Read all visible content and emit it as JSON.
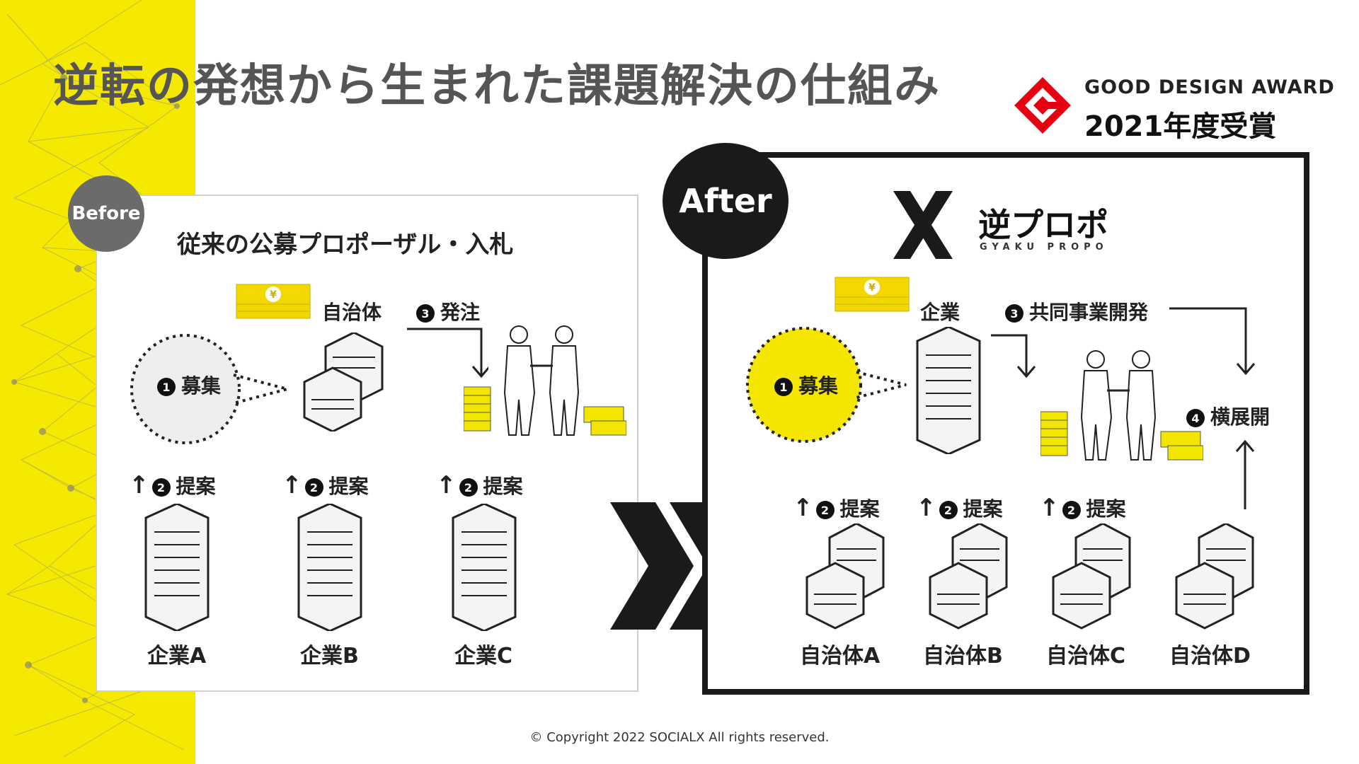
{
  "title": "逆転の発想から生まれた課題解決の仕組み",
  "award": {
    "line1": "GOOD DESIGN AWARD",
    "line2": "2021年度受賞"
  },
  "before": {
    "badge": "Before",
    "heading": "従来の公募プロポーザル・入札",
    "recruit_num": "1",
    "recruit_label": "募集",
    "issuer": "自治体",
    "order_num": "3",
    "order_label": "発注",
    "proposal_num": "2",
    "proposal_label": "提案",
    "companies": [
      "企業A",
      "企業B",
      "企業C"
    ]
  },
  "after": {
    "badge": "After",
    "logo_main": "逆プロポ",
    "logo_sub": "GYAKU PROPO",
    "recruit_num": "1",
    "recruit_label": "募集",
    "issuer": "企業",
    "joint_num": "3",
    "joint_label": "共同事業開発",
    "expand_num": "4",
    "expand_label": "横展開",
    "proposal_num": "2",
    "proposal_label": "提案",
    "municipalities": [
      "自治体A",
      "自治体B",
      "自治体C",
      "自治体D"
    ]
  },
  "money_symbol": "¥",
  "footer": "© Copyright 2022 SOCIALX All rights reserved.",
  "colors": {
    "accent_yellow": "#f5e900",
    "award_red": "#e60012",
    "dark": "#1a1a1a",
    "gray_badge": "#6b6b6b"
  }
}
